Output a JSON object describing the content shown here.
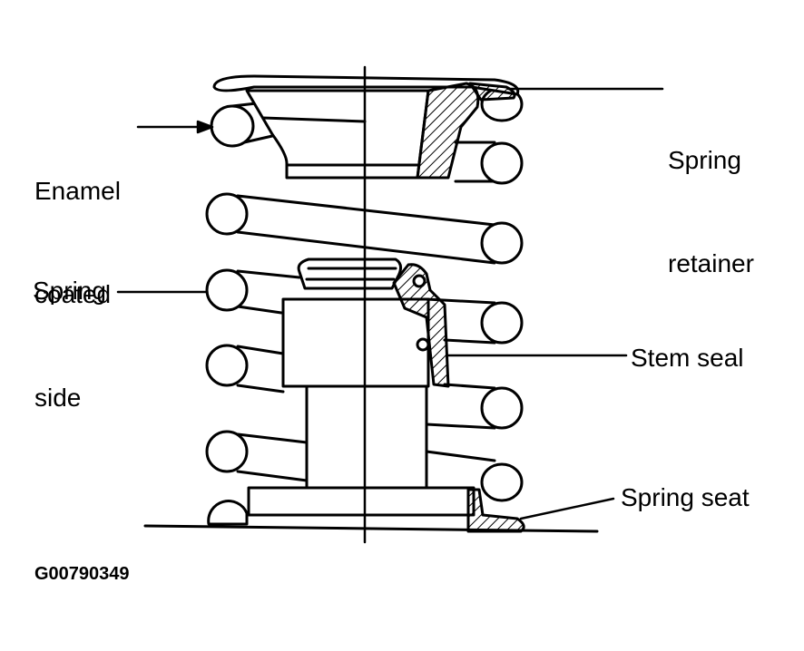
{
  "labels": {
    "enamel_coated_side": [
      "Enamel",
      "coated",
      "side"
    ],
    "spring": "Spring",
    "spring_retainer": [
      "Spring",
      "retainer"
    ],
    "stem_seal": "Stem seal",
    "spring_seat": "Spring seat"
  },
  "figure_code": "G00790349",
  "colors": {
    "line": "#000000",
    "background": "#ffffff"
  }
}
